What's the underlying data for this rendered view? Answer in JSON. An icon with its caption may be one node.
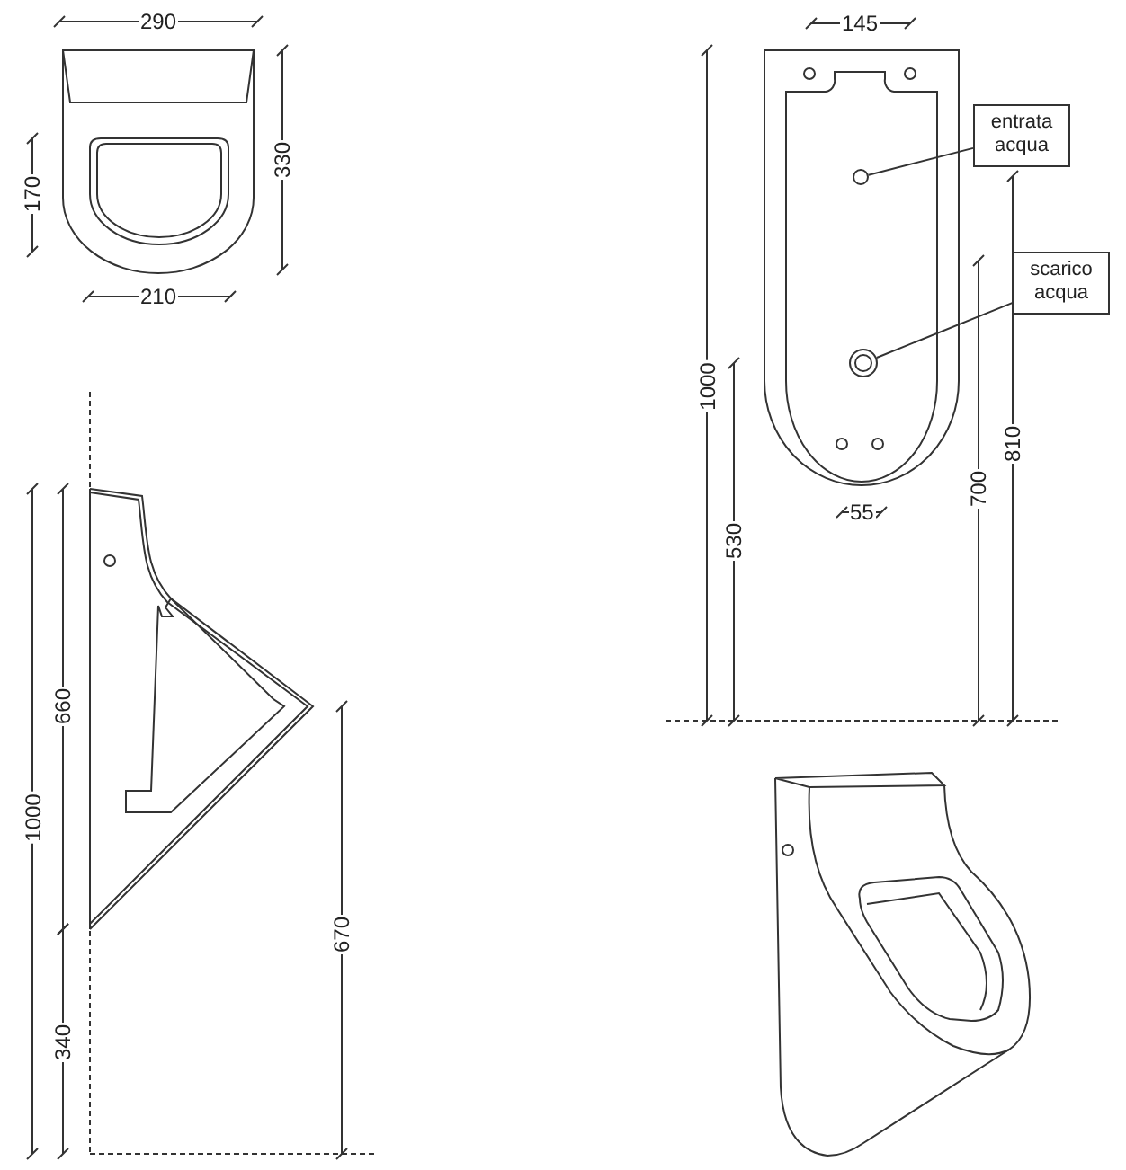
{
  "diagram": {
    "nodes": [
      {
        "text": [
          "entrata acqua"
        ]
      },
      {
        "text": [],
        "shape": "circle"
      },
      {
        "text": [
          "scarico acqua"
        ]
      },
      {
        "text": [],
        "shape": "circle"
      }
    ],
    "edges": [
      {
        "from": 0,
        "to": 1,
        "arrow": "none"
      },
      {
        "from": 2,
        "to": 3,
        "arrow": "none"
      }
    ],
    "labels": [
      "290",
      "330",
      "170",
      "210",
      "145",
      "1000",
      "530",
      "55",
      "700",
      "810",
      "1000",
      "660",
      "670",
      "340"
    ]
  }
}
